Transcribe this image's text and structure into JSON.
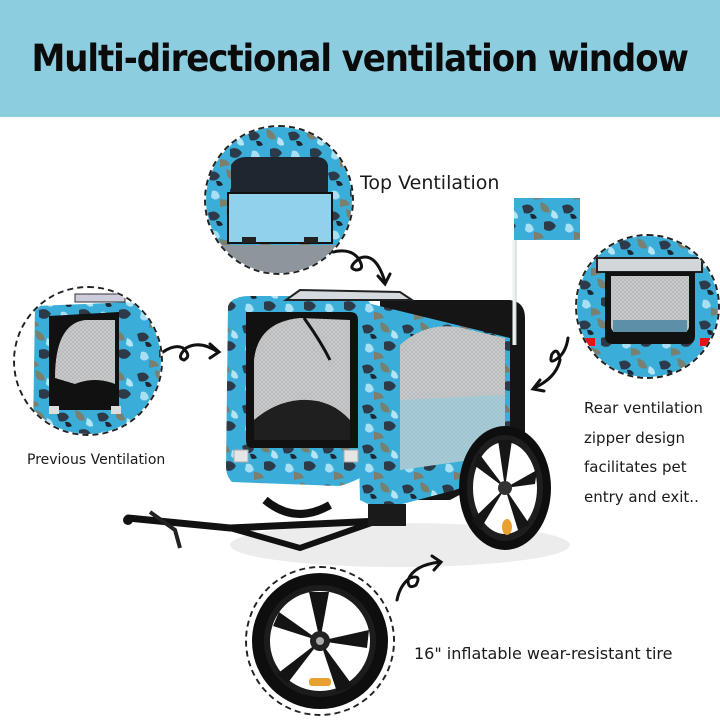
{
  "banner": {
    "title": "Multi-directional ventilation window",
    "background_color": "#8ccde0"
  },
  "callouts": {
    "top": {
      "label": "Top Ventilation",
      "icon": "top-mesh-window-inset"
    },
    "previous": {
      "label": "Previous Ventilation",
      "icon": "front-mesh-window-inset"
    },
    "rear": {
      "lines": [
        "Rear ventilation",
        "zipper design",
        "facilitates pet",
        "entry and exit.."
      ],
      "icon": "rear-zipper-door-inset"
    },
    "tire": {
      "label": "16\" inflatable wear-resistant tire",
      "icon": "wheel-inset"
    }
  },
  "product": {
    "name": "camouflage pet bike trailer",
    "colors": {
      "camo_base": "#3aaed8",
      "camo_dark": "#2d3a4a",
      "camo_olive": "#7a8070",
      "frame": "#111111"
    }
  }
}
